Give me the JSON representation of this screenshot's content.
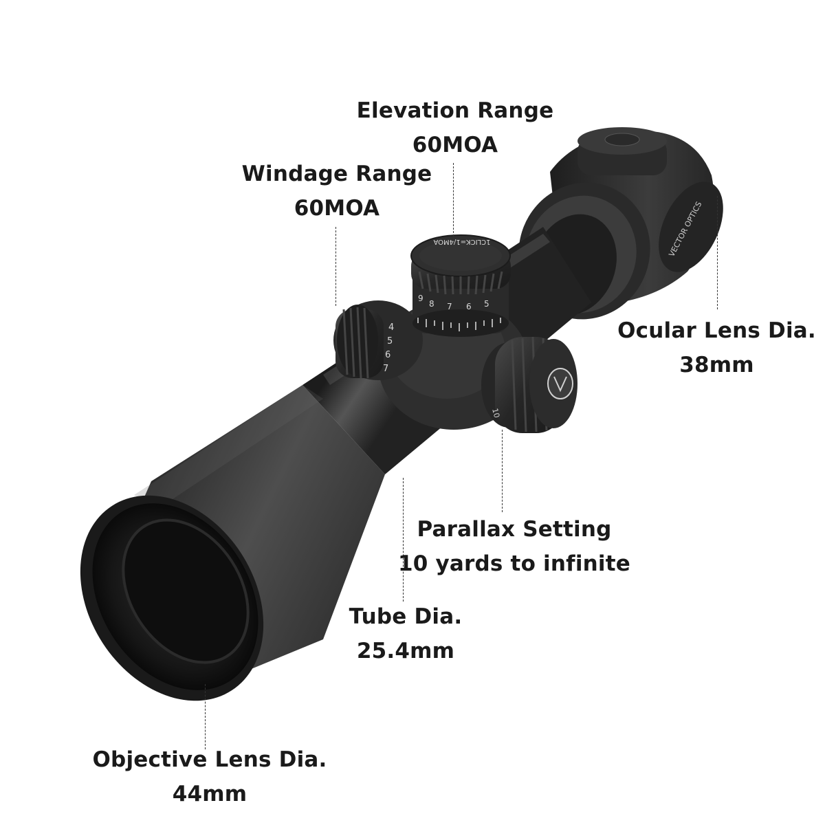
{
  "product": {
    "brand_engraving": "VECTOR OPTICS",
    "turret_engraving": "1CLICK=1/4MOA"
  },
  "callouts": {
    "elevation": {
      "label": "Elevation Range",
      "value": "60MOA"
    },
    "windage": {
      "label": "Windage Range",
      "value": "60MOA"
    },
    "ocular": {
      "label": "Ocular Lens Dia.",
      "value": "38mm"
    },
    "parallax": {
      "label": "Parallax Setting",
      "value": "10 yards to infinite"
    },
    "tube": {
      "label": "Tube Dia.",
      "value": "25.4mm"
    },
    "objective": {
      "label": "Objective Lens Dia.",
      "value": "44mm"
    }
  },
  "colors": {
    "body": "#2b2b2b",
    "body_highlight": "#5a5a5a",
    "engraving": "#e8e8e8",
    "text": "#1a1a1a"
  }
}
